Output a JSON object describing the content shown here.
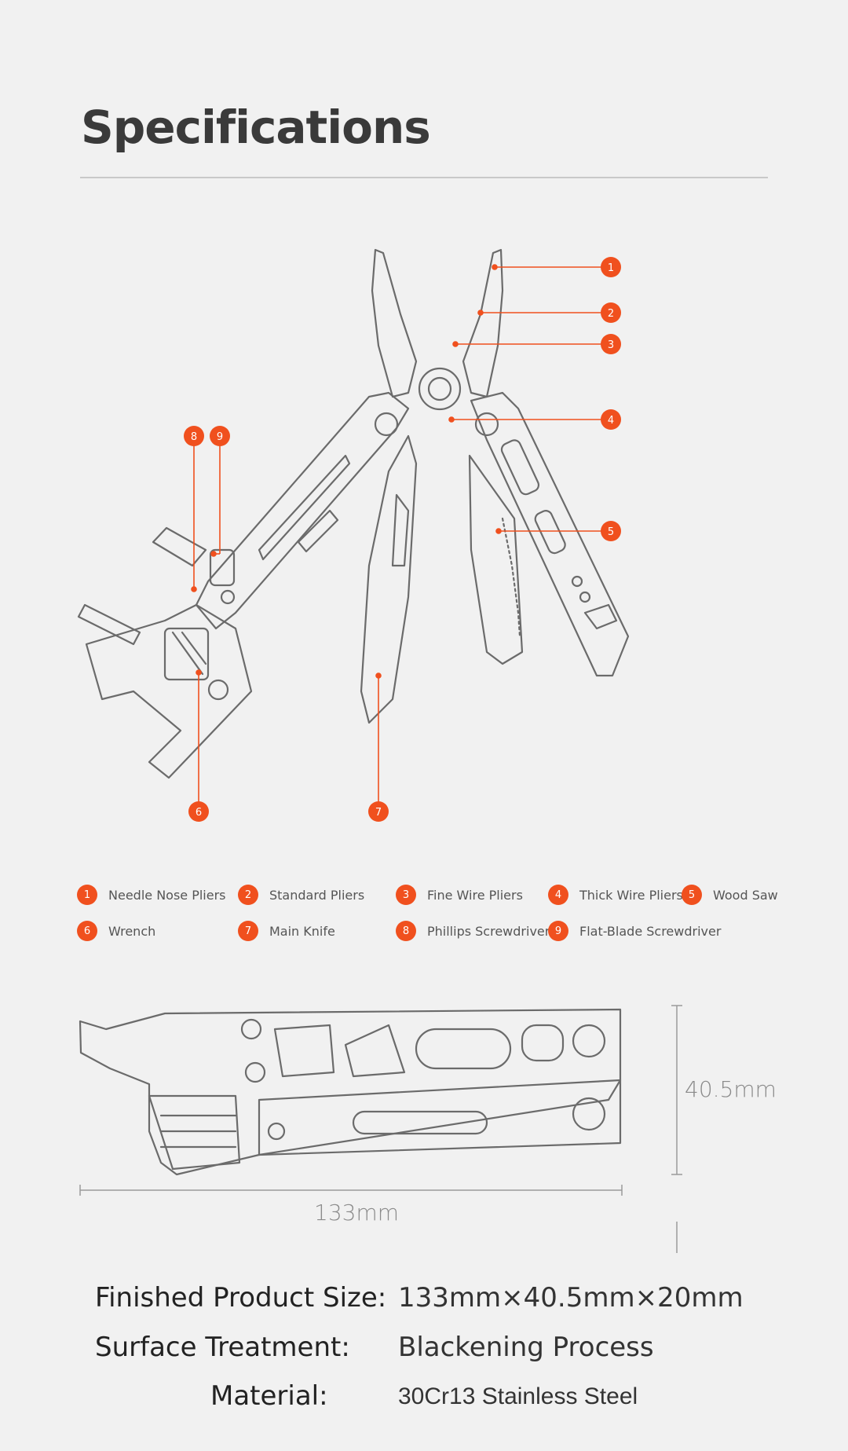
{
  "header": {
    "title": "Specifications"
  },
  "callouts": [
    "1",
    "2",
    "3",
    "4",
    "5",
    "6",
    "7",
    "8",
    "9"
  ],
  "legend": [
    {
      "num": "1",
      "label": "Needle Nose Pliers"
    },
    {
      "num": "2",
      "label": "Standard Pliers"
    },
    {
      "num": "3",
      "label": "Fine Wire Pliers"
    },
    {
      "num": "4",
      "label": "Thick Wire Pliers"
    },
    {
      "num": "5",
      "label": "Wood Saw"
    },
    {
      "num": "6",
      "label": "Wrench"
    },
    {
      "num": "7",
      "label": "Main Knife"
    },
    {
      "num": "8",
      "label": "Phillips Screwdriver"
    },
    {
      "num": "9",
      "label": "Flat-Blade Screwdriver"
    }
  ],
  "dimensions": {
    "height": "40.5mm",
    "length": "133mm"
  },
  "specs": [
    {
      "label": "Finished Product Size:",
      "value": "133mm×40.5mm×20mm"
    },
    {
      "label": "Surface Treatment:",
      "value": "Blackening Process"
    },
    {
      "label": "Material:",
      "value": "30Cr13 Stainless Steel"
    }
  ],
  "colors": {
    "accent": "#f0501e",
    "line": "#6b6b6b",
    "background": "#f1f1f1"
  }
}
